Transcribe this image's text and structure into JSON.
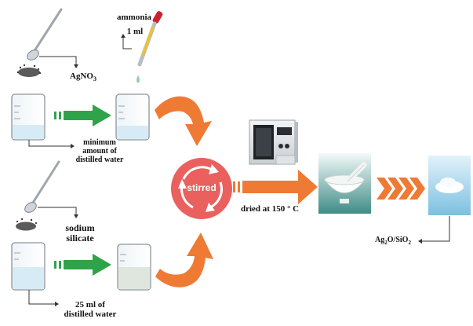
{
  "labels": {
    "ammonia_name": "ammonia",
    "ammonia_amount": "1 ml",
    "agno3": "AgNO",
    "agno3_sub": "3",
    "min_water_line1": "minimum",
    "min_water_line2": "amount of",
    "min_water_line3": "distilled water",
    "sodium_line1": "sodium",
    "sodium_line2": "silicate",
    "water25_line1": "25 ml of",
    "water25_line2": "distilled water",
    "stirred": "stirred",
    "dried": "dried at 150 ° C",
    "product": "Ag",
    "product_sub1": "2",
    "product_mid": "O/SiO",
    "product_sub2": "2"
  },
  "colors": {
    "green_arrow": "#2fa34a",
    "orange_arrow": "#ef7a34",
    "orange_dark": "#d9541e",
    "stir_circle": "#e9605f",
    "water": "#d7ebf6",
    "beaker_glass": "#f4f8fa",
    "dropper_red": "#c8242b",
    "dropper_yellow": "#f0c419",
    "drop_green": "#8fd2a4"
  },
  "icons": [
    "spoon-icon",
    "beaker-icon",
    "dropper-icon",
    "oven-icon",
    "mortar-pestle-icon",
    "powder-icon",
    "recycle-arrows-icon"
  ]
}
